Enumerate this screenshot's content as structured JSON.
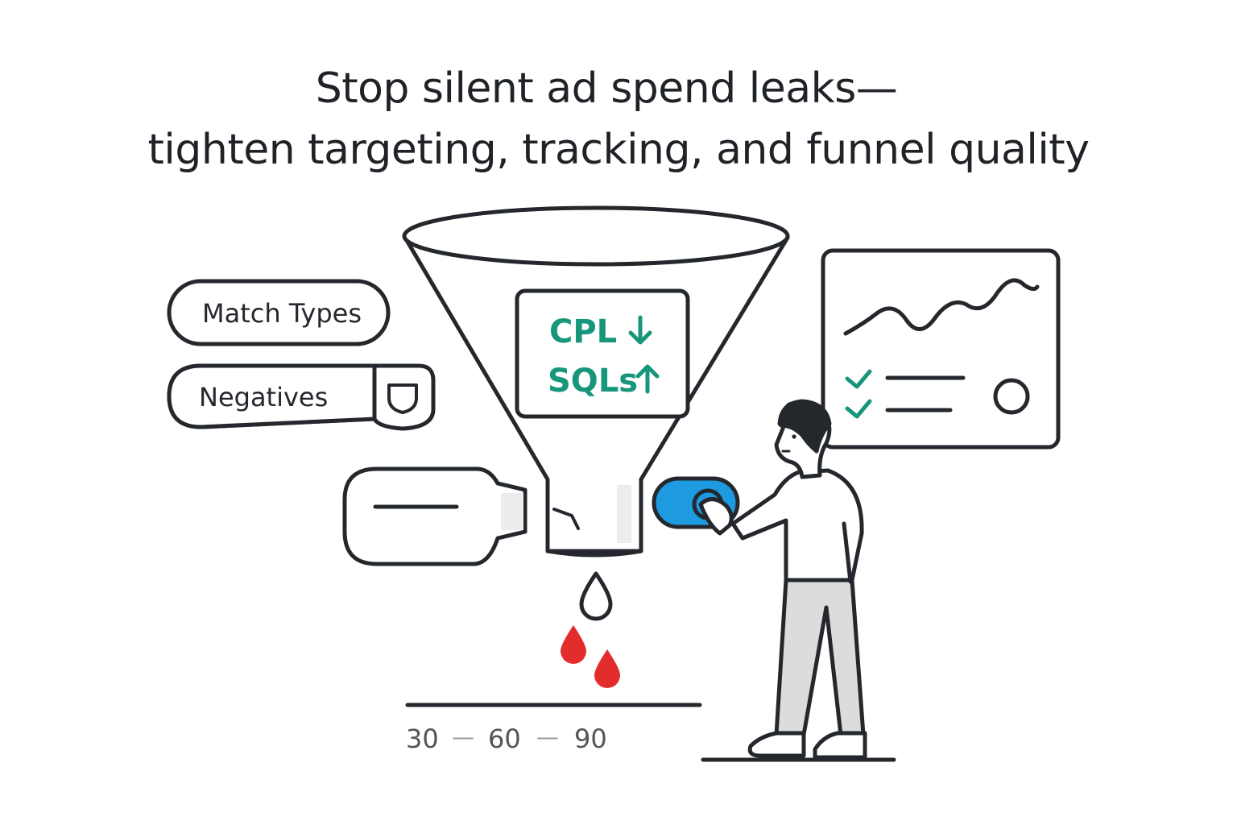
{
  "headline": {
    "line1": "Stop silent ad spend leaks—",
    "line2": "tighten targeting, tracking, and funnel quality"
  },
  "pills": {
    "match_types": "Match Types",
    "negatives": "Negatives"
  },
  "funnel_panel": {
    "metric1": "CPL",
    "metric1_trend": "down-arrow-icon",
    "metric2": "SQLs",
    "metric2_trend": "up-arrow-icon"
  },
  "timeline": {
    "label1": "30",
    "separator1": "—",
    "label2": "60",
    "separator2": "—",
    "label3": "90"
  },
  "dashboard": {
    "chart": "trend-line",
    "checklist_items": 2,
    "status_icon": "circle-icon"
  },
  "colors": {
    "ink": "#24282d",
    "accent_green": "#18967b",
    "toggle_blue": "#1e9be0",
    "drop_red": "#e32d2d",
    "pants_gray": "#dcdcdc",
    "axis_label_gray": "#555555"
  }
}
